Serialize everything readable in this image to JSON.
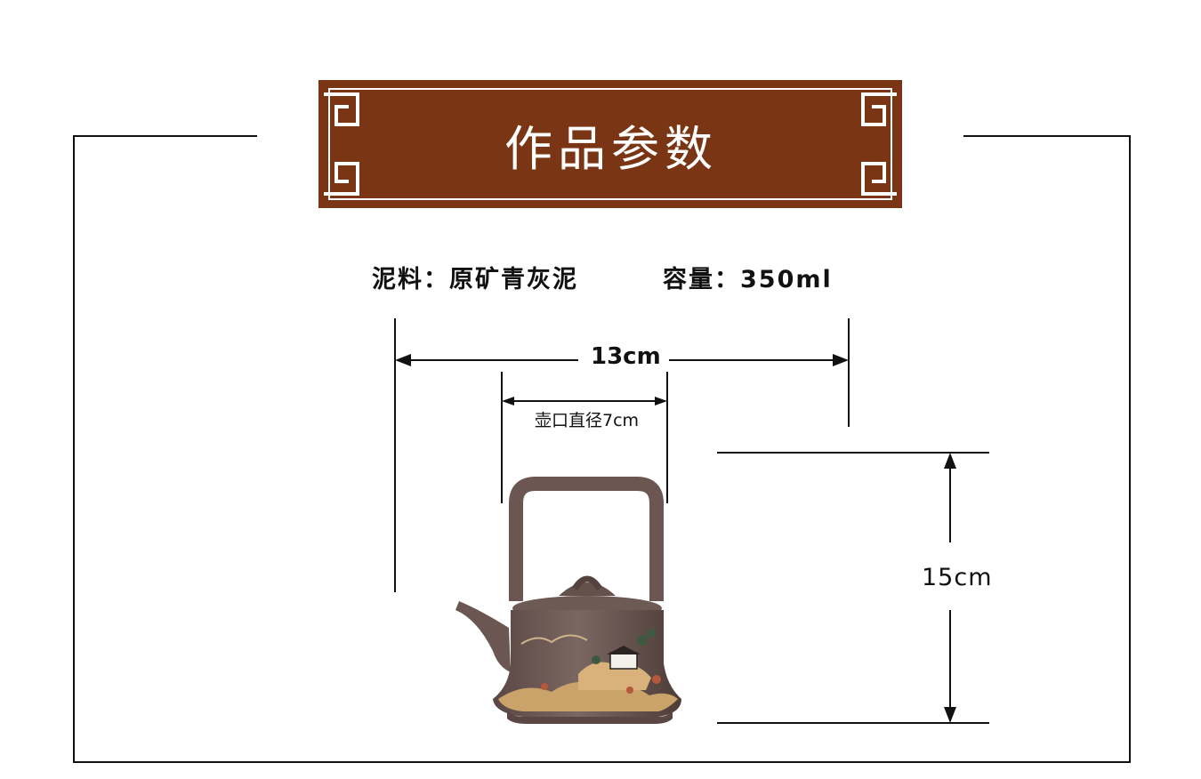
{
  "banner": {
    "title": "作品参数",
    "color": "#7a3514"
  },
  "specs": {
    "material_label": "泥料：",
    "material_value": "原矿青灰泥",
    "capacity_label": "容量：",
    "capacity_value": "350ml"
  },
  "dimensions": {
    "width": "13cm",
    "mouth_diameter": "壶口直径7cm",
    "height": "15cm"
  },
  "product": {
    "image_alt": "teapot-photo"
  }
}
